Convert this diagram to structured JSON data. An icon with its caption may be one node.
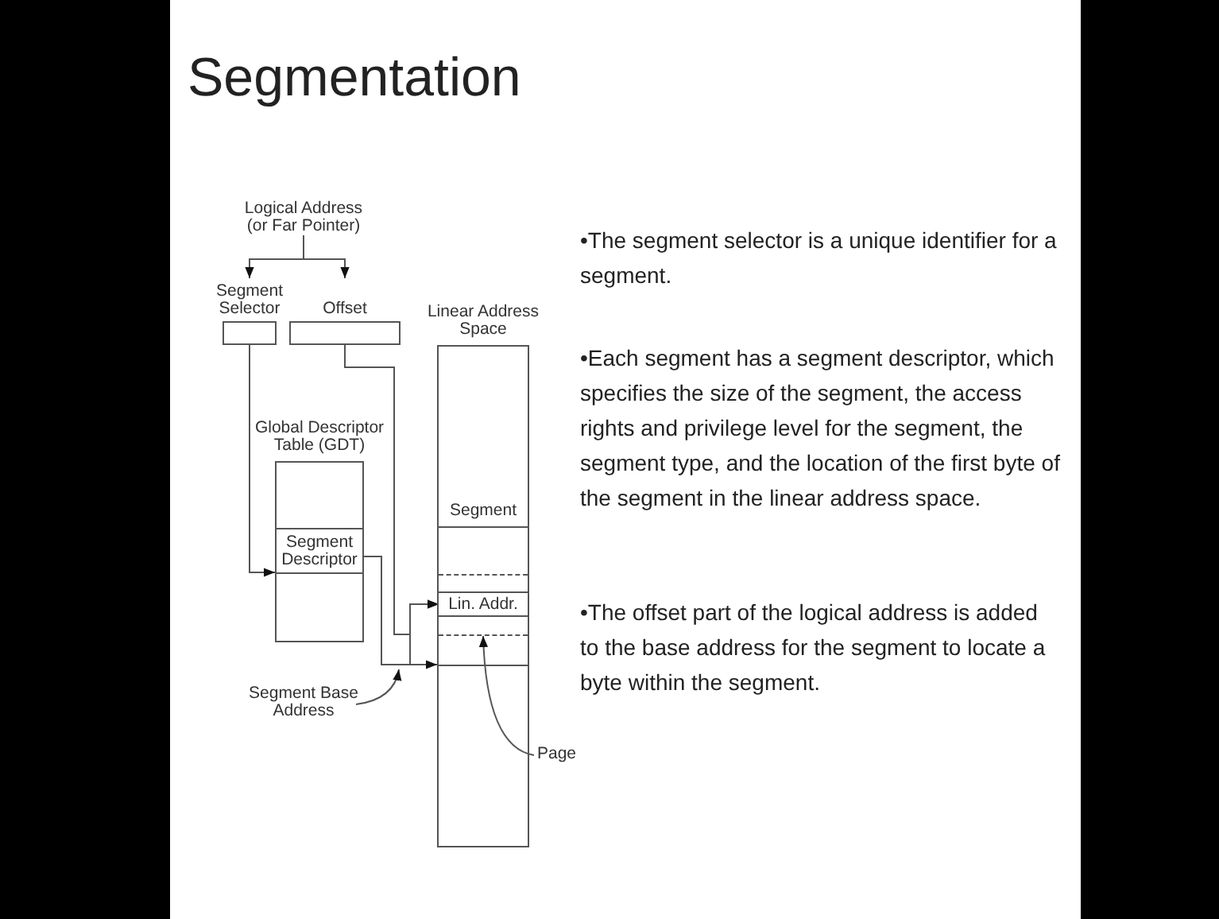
{
  "diagram": {
    "title": "Segmentation",
    "nodes": [
      {
        "text": [
          "Logical Address (or Far Pointer)"
        ]
      },
      {
        "text": [
          "Segment Selector"
        ]
      },
      {
        "text": [
          "Offset"
        ]
      },
      {
        "text": [
          "Global Descriptor Table (GDT)"
        ]
      },
      {
        "text": [
          "Segment Descriptor"
        ],
        "in": 3
      },
      {
        "text": [
          "Linear Address Space"
        ]
      },
      {
        "text": [],
        "shape": "box",
        "in": 5
      },
      {
        "text": [
          "Lin. Addr."
        ],
        "in": 6
      },
      {
        "text": [
          "Segment Base Address"
        ]
      },
      {
        "text": [
          "Page"
        ]
      }
    ],
    "edges": [
      {
        "from": 0,
        "to": 1,
        "arrow": "to"
      },
      {
        "from": 0,
        "to": 2,
        "arrow": "to"
      },
      {
        "from": 1,
        "to": 3,
        "arrow": "to"
      },
      {
        "from": 2,
        "to": 7,
        "arrow": "to"
      },
      {
        "from": 4,
        "to": 5,
        "arrow": "to"
      },
      {
        "from": 4,
        "to": 7,
        "arrow": "to"
      },
      {
        "from": 8,
        "to": null,
        "arrow": "to"
      },
      {
        "from": 9,
        "to": 6,
        "arrow": "to"
      }
    ],
    "labels": [
      "Segment",
      "•The segment selector is a unique identifier for a segment.",
      "•Each segment has a segment descriptor, which specifies the size of the segment, the access rights and privilege level for the segment, the segment type, and the location of the first byte of the segment in the linear address space.",
      "•The offset part of the logical address is added to the base address for the segment to locate a byte within the segment."
    ]
  }
}
